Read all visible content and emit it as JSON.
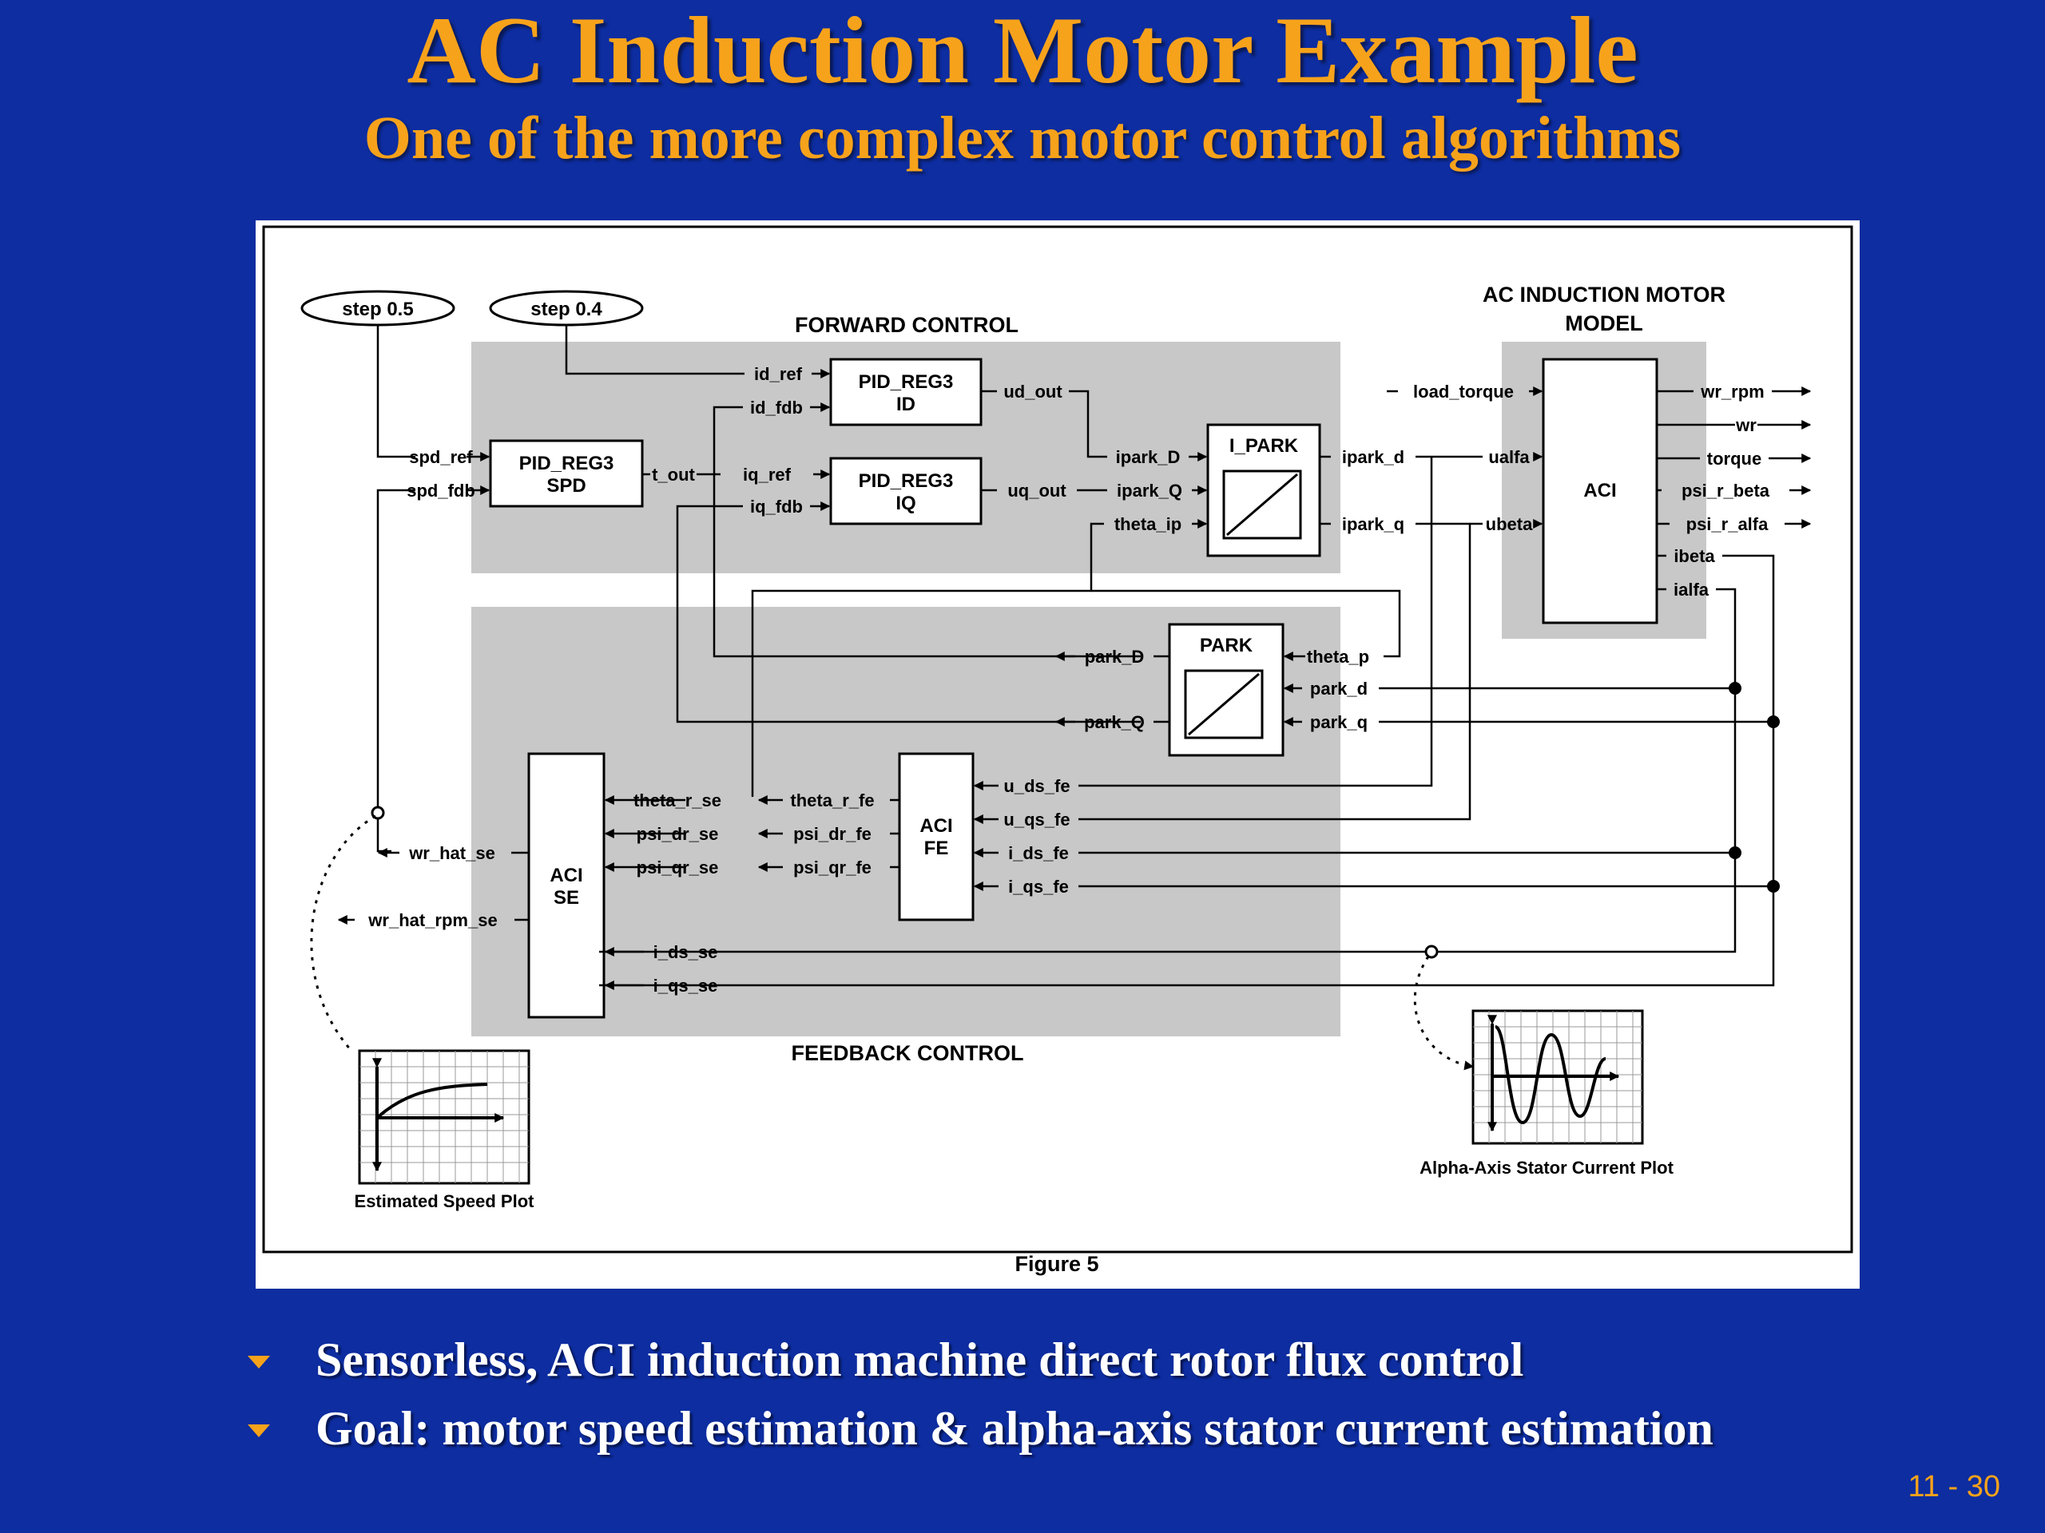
{
  "slide": {
    "title": "AC Induction Motor Example",
    "subtitle": "One of the more complex motor control algorithms",
    "page_number": "11 - 30"
  },
  "bullets": [
    "Sensorless, ACI induction machine direct rotor flux control",
    "Goal: motor speed estimation & alpha-axis stator current estimation"
  ],
  "diagram": {
    "caption": "Figure 5",
    "regions": {
      "forward": "FORWARD CONTROL",
      "feedback": "FEEDBACK CONTROL",
      "motor_line1": "AC INDUCTION MOTOR",
      "motor_line2": "MODEL"
    },
    "steps": [
      "step 0.5",
      "step 0.4"
    ],
    "blocks": {
      "pid_spd": [
        "PID_REG3",
        "SPD"
      ],
      "pid_id": [
        "PID_REG3",
        "ID"
      ],
      "pid_iq": [
        "PID_REG3",
        "IQ"
      ],
      "ipark": "I_PARK",
      "park": "PARK",
      "aci": "ACI",
      "aci_fe": [
        "ACI",
        "FE"
      ],
      "aci_se": [
        "ACI",
        "SE"
      ]
    },
    "labels": {
      "spd_ref": "spd_ref",
      "spd_fdb": "spd_fdb",
      "t_out": "t_out",
      "id_ref": "id_ref",
      "id_fdb": "id_fdb",
      "iq_ref": "iq_ref",
      "iq_fdb": "iq_fdb",
      "ud_out": "ud_out",
      "uq_out": "uq_out",
      "ipark_D": "ipark_D",
      "ipark_Q": "ipark_Q",
      "theta_ip": "theta_ip",
      "ipark_d": "ipark_d",
      "ipark_q": "ipark_q",
      "load_torque": "load_torque",
      "ualfa": "ualfa",
      "ubeta": "ubeta",
      "wr_rpm": "wr_rpm",
      "wr": "wr",
      "torque": "torque",
      "psi_r_beta": "psi_r_beta",
      "psi_r_alfa": "psi_r_alfa",
      "ibeta": "ibeta",
      "ialfa": "ialfa",
      "park_D": "park_D",
      "park_Q": "park_Q",
      "theta_p": "theta_p",
      "park_d": "park_d",
      "park_q": "park_q",
      "theta_r_se": "theta_r_se",
      "psi_dr_se": "psi_dr_se",
      "psi_qr_se": "psi_qr_se",
      "theta_r_fe": "theta_r_fe",
      "psi_dr_fe": "psi_dr_fe",
      "psi_qr_fe": "psi_qr_fe",
      "u_ds_fe": "u_ds_fe",
      "u_qs_fe": "u_qs_fe",
      "i_ds_fe": "i_ds_fe",
      "i_qs_fe": "i_qs_fe",
      "wr_hat_se": "wr_hat_se",
      "wr_hat_rpm_se": "wr_hat_rpm_se",
      "i_ds_se": "i_ds_se",
      "i_qs_se": "i_qs_se"
    },
    "plots": {
      "speed": "Estimated Speed Plot",
      "current": "Alpha-Axis Stator Current Plot"
    }
  },
  "colors": {
    "background": "#0d2da0",
    "title": "#f7a21b",
    "bullet_text": "#ffffff",
    "region_fill": "#c8c8c8"
  }
}
